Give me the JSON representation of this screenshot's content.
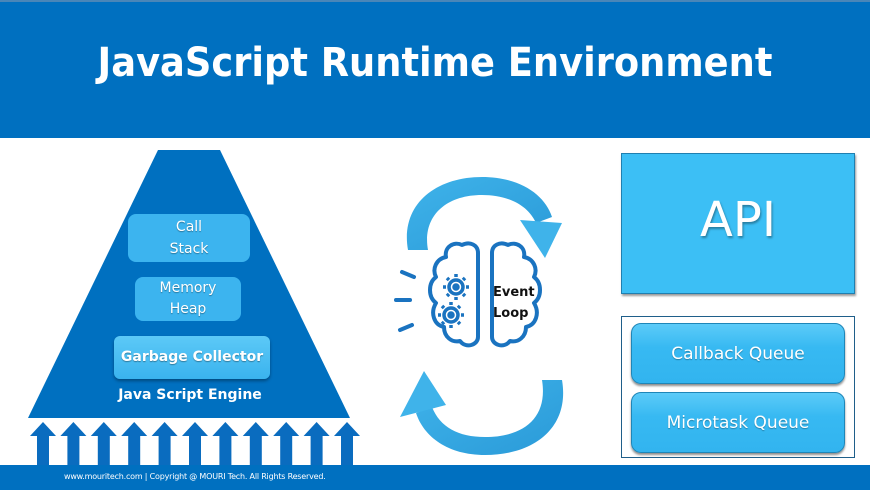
{
  "header": {
    "title": "JavaScript Runtime Environment"
  },
  "engine": {
    "call_stack": {
      "line1": "Call",
      "line2": "Stack"
    },
    "memory_heap": {
      "line1": "Memory",
      "line2": "Heap"
    },
    "garbage_collector": "Garbage Collector",
    "label": "Java Script Engine",
    "arrow_count": 11
  },
  "event_loop": {
    "line1": "Event",
    "line2": "Loop"
  },
  "api": {
    "label": "API"
  },
  "queues": [
    {
      "label": "Callback Queue"
    },
    {
      "label": "Microtask Queue"
    }
  ],
  "footer": {
    "text": "www.mouritech.com  |  Copyright @ MOURI Tech. All Rights Reserved."
  },
  "colors": {
    "primary": "#0070c0",
    "light": "#3cb4ef",
    "api": "#3cbff5"
  }
}
